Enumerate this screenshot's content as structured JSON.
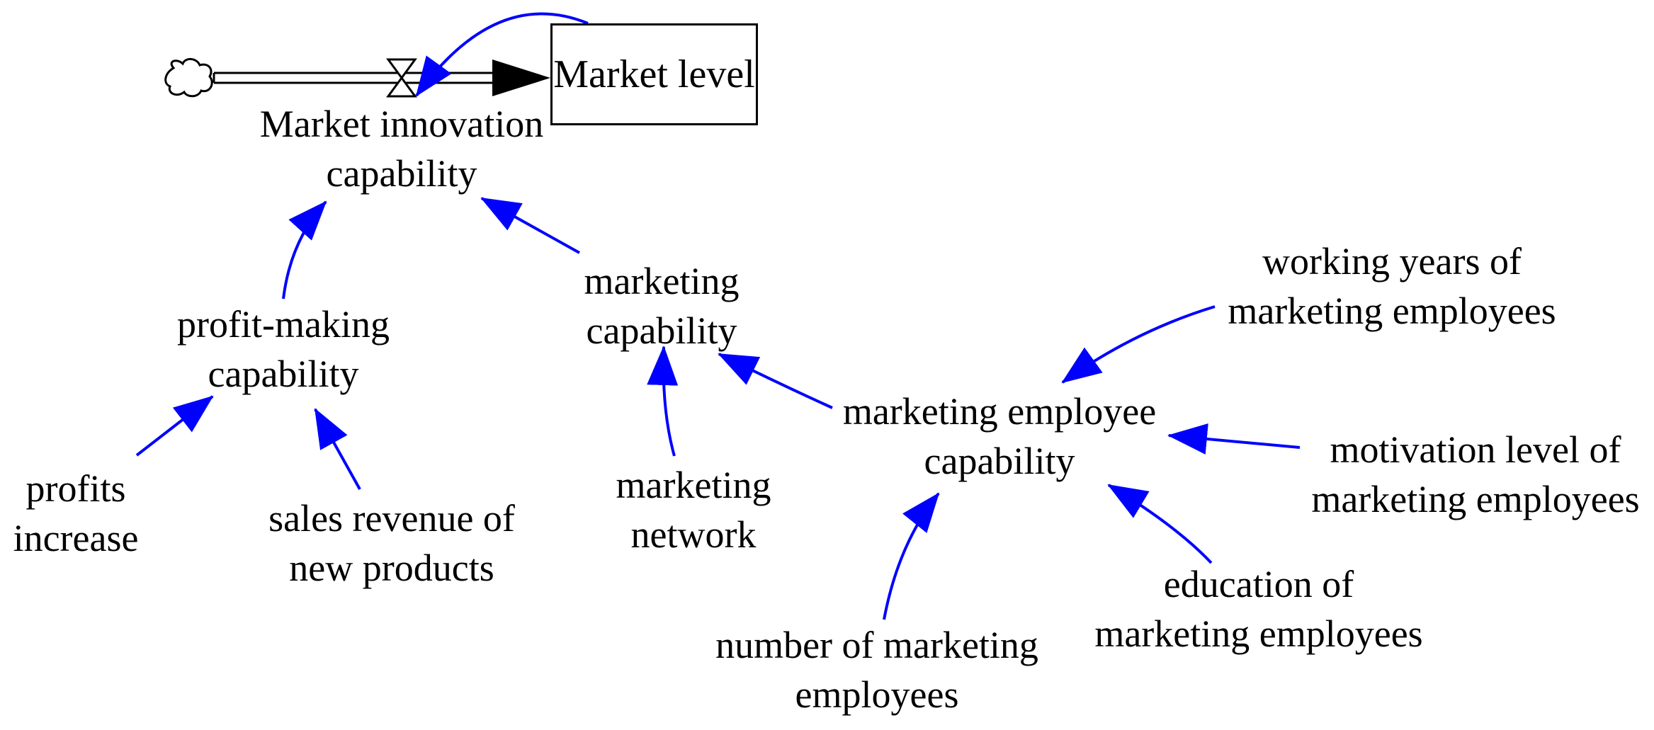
{
  "colors": {
    "link": "#0000ff",
    "flow": "#000000"
  },
  "icons": {
    "source": "cloud-icon",
    "valve": "valve-icon"
  },
  "stock": {
    "label": "Market level"
  },
  "nodes": {
    "market_innovation": {
      "lines": [
        "Market innovation",
        "capability"
      ]
    },
    "profit_making": {
      "lines": [
        "profit-making",
        "capability"
      ]
    },
    "marketing_capability": {
      "lines": [
        "marketing",
        "capability"
      ]
    },
    "profits_increase": {
      "lines": [
        "profits",
        "increase"
      ]
    },
    "sales_revenue": {
      "lines": [
        "sales revenue of",
        "new products"
      ]
    },
    "marketing_network": {
      "lines": [
        "marketing",
        "network"
      ]
    },
    "employee_capability": {
      "lines": [
        "marketing employee",
        "capability"
      ]
    },
    "working_years": {
      "lines": [
        "working years of",
        "marketing employees"
      ]
    },
    "motivation_level": {
      "lines": [
        "motivation level of",
        "marketing employees"
      ]
    },
    "education": {
      "lines": [
        "education of",
        "marketing employees"
      ]
    },
    "number_employees": {
      "lines": [
        "number of marketing",
        "employees"
      ]
    }
  }
}
